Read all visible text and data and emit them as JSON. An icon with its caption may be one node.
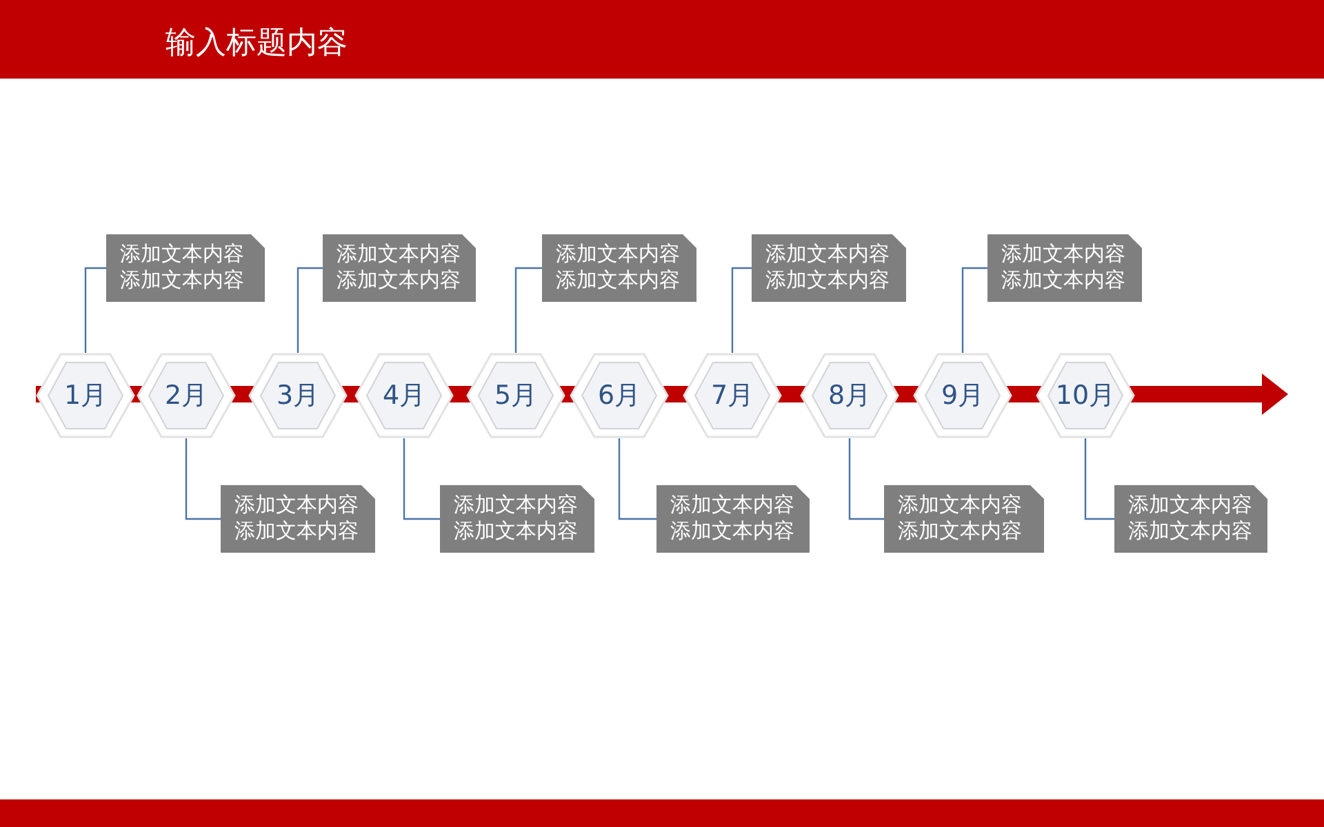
{
  "diagram": {
    "title": "输入标题内容",
    "nodes": [
      {
        "text": [
          "1月"
        ]
      },
      {
        "text": [
          "2月"
        ]
      },
      {
        "text": [
          "3月"
        ]
      },
      {
        "text": [
          "4月"
        ]
      },
      {
        "text": [
          "5月"
        ]
      },
      {
        "text": [
          "6月"
        ]
      },
      {
        "text": [
          "7月"
        ]
      },
      {
        "text": [
          "8月"
        ]
      },
      {
        "text": [
          "9月"
        ]
      },
      {
        "text": [
          "10月"
        ]
      },
      {
        "text": [
          "添加文本内容",
          "添加文本内容"
        ]
      },
      {
        "text": [
          "添加文本内容",
          "添加文本内容"
        ]
      },
      {
        "text": [
          "添加文本内容",
          "添加文本内容"
        ]
      },
      {
        "text": [
          "添加文本内容",
          "添加文本内容"
        ]
      },
      {
        "text": [
          "添加文本内容",
          "添加文本内容"
        ]
      },
      {
        "text": [
          "添加文本内容",
          "添加文本内容"
        ]
      },
      {
        "text": [
          "添加文本内容",
          "添加文本内容"
        ]
      },
      {
        "text": [
          "添加文本内容",
          "添加文本内容"
        ]
      },
      {
        "text": [
          "添加文本内容",
          "添加文本内容"
        ]
      },
      {
        "text": [
          "添加文本内容",
          "添加文本内容"
        ]
      }
    ],
    "edges": [
      {
        "from": 10,
        "to": 0,
        "arrow": "none"
      },
      {
        "from": 11,
        "to": 1,
        "arrow": "none"
      },
      {
        "from": 12,
        "to": 2,
        "arrow": "none"
      },
      {
        "from": 13,
        "to": 3,
        "arrow": "none"
      },
      {
        "from": 14,
        "to": 4,
        "arrow": "none"
      },
      {
        "from": 15,
        "to": 5,
        "arrow": "none"
      },
      {
        "from": 16,
        "to": 6,
        "arrow": "none"
      },
      {
        "from": 17,
        "to": 7,
        "arrow": "none"
      },
      {
        "from": 18,
        "to": 8,
        "arrow": "none"
      },
      {
        "from": 19,
        "to": 9,
        "arrow": "none"
      }
    ]
  }
}
